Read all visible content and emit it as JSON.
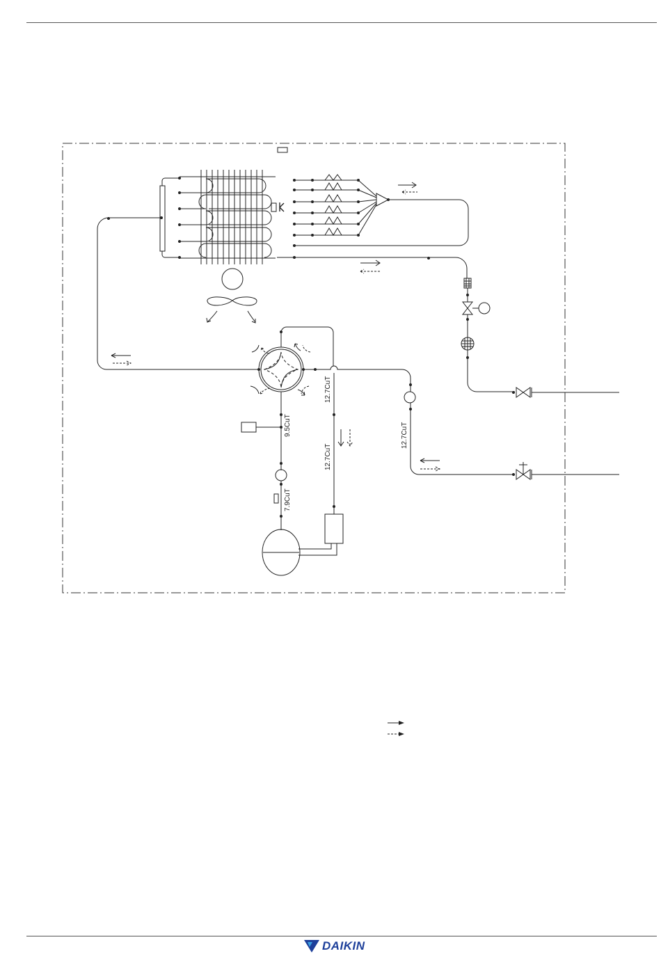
{
  "brand": {
    "name": "DAIKIN",
    "logo_color": "#1d3f9a",
    "icon": "daikin-delta-icon"
  },
  "pipe_labels": {
    "discharge_upper": "12.7CuT",
    "discharge_lower": "12.7CuT",
    "suction_top": "9.5CuT",
    "suction_bottom": "7.9CuT",
    "gas_line": "12.7CuT"
  },
  "colors": {
    "line": "#222222",
    "frame": "#333333"
  }
}
